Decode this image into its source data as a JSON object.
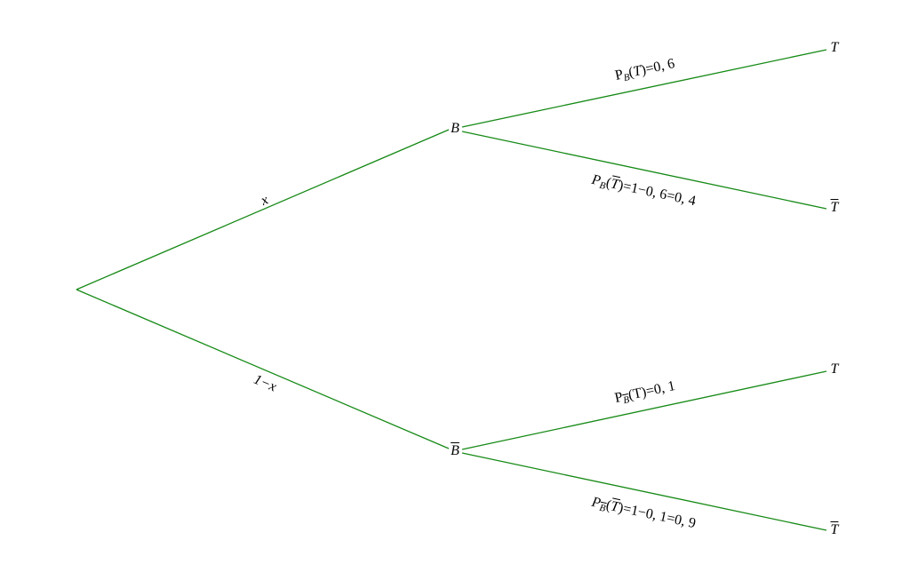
{
  "colors": {
    "branch": "#168a16",
    "text": "#000000"
  },
  "root_branches": [
    {
      "label": "x"
    },
    {
      "label": "1−x"
    }
  ],
  "level1_nodes": [
    {
      "name": "B",
      "overline": false
    },
    {
      "name": "B",
      "overline": true
    }
  ],
  "leaves": [
    {
      "name": "T",
      "overline": false
    },
    {
      "name": "T",
      "overline": true
    },
    {
      "name": "T",
      "overline": false
    },
    {
      "name": "T",
      "overline": true
    }
  ],
  "edge_labels": [
    {
      "p": "P",
      "sub": "B",
      "event": "T",
      "rest": "=0, 6"
    },
    {
      "p": "P",
      "sub": "B",
      "event": "T",
      "rest": "=1−0, 6=0, 4"
    },
    {
      "p": "P",
      "sub": "B",
      "event": "T",
      "rest": "=0, 1"
    },
    {
      "p": "P",
      "sub": "B",
      "event": "T",
      "rest": "=1−0, 1=0, 9"
    }
  ]
}
